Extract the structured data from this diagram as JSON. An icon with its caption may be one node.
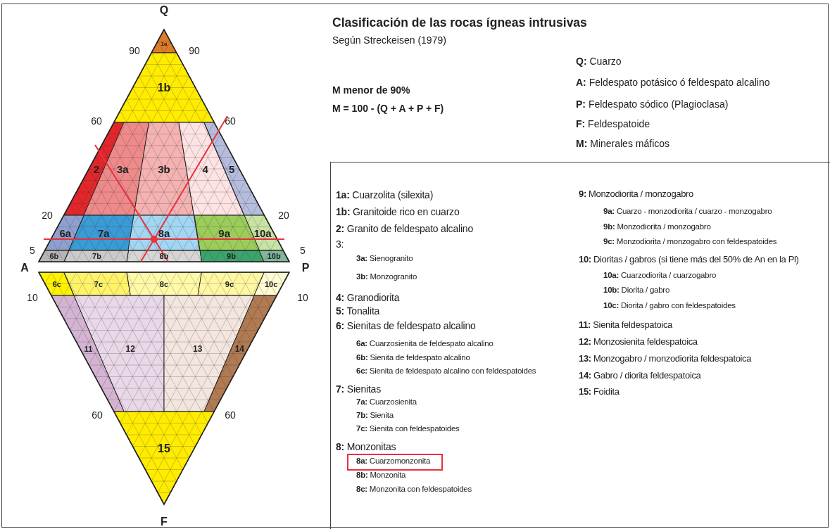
{
  "diagram": {
    "title": "Clasificación de las rocas ígneas intrusivas",
    "nodes": [
      {
        "text": [
          "1a"
        ]
      },
      {
        "text": [
          "1b"
        ]
      },
      {
        "text": [
          "2"
        ]
      },
      {
        "text": [
          "3a"
        ]
      },
      {
        "text": [
          "3b"
        ]
      },
      {
        "text": [
          "4"
        ]
      },
      {
        "text": [
          "5"
        ]
      },
      {
        "text": [
          "6a"
        ]
      },
      {
        "text": [
          "7a"
        ]
      },
      {
        "text": [
          "8a"
        ]
      },
      {
        "text": [
          "9a"
        ]
      },
      {
        "text": [
          "10a"
        ]
      },
      {
        "text": [
          "6b"
        ]
      },
      {
        "text": [
          "7b"
        ]
      },
      {
        "text": [
          "8b"
        ]
      },
      {
        "text": [
          "9b"
        ]
      },
      {
        "text": [
          "10b"
        ]
      },
      {
        "text": [
          "6c"
        ]
      },
      {
        "text": [
          "7c"
        ]
      },
      {
        "text": [
          "8c"
        ]
      },
      {
        "text": [
          "9c"
        ]
      },
      {
        "text": [
          "10c"
        ]
      },
      {
        "text": [
          "11"
        ]
      },
      {
        "text": [
          "12"
        ]
      },
      {
        "text": [
          "13"
        ]
      },
      {
        "text": [
          "14"
        ]
      },
      {
        "text": [
          "15"
        ]
      }
    ],
    "edges": [],
    "labels": [
      "Q",
      "90",
      "90",
      "60",
      "60",
      "20",
      "20",
      "5",
      "A",
      "5",
      "P",
      "10",
      "10",
      "60",
      "60",
      "F",
      "Según Streckeisen (1979)",
      "**Q:** Cuarzo",
      "**A:** Feldespato potásico ó feldespato alcalino",
      "**P:** Feldespato sódico (Plagioclasa)",
      "**F:** Feldespatoide",
      "**M:** Minerales máficos",
      "M menor de 90%",
      "M = 100 - (Q + A + P + F)",
      "**1a:** Cuarzolita (silexita)",
      "**1b:** Granitoide rico en cuarzo",
      "**2:** Granito de feldespato alcalino",
      "3:",
      "**3a:** Sienogranito",
      "**3b:** Monzogranito",
      "**4:** Granodiorita",
      "**5:** Tonalita",
      "**6:** Sienitas de feldespato alcalino",
      "**6a:** Cuarzosienita de feldespato alcalino",
      "**6b:** Sienita de feldespato alcalino",
      "**6c:** Sienita de feldespato alcalino con feldespatoides",
      "**7:** Sienitas",
      "**7a:** Cuarzosienita",
      "**7b:** Sienita",
      "**7c:** Sienita con feldespatoides",
      "**8:** Monzonitas",
      "**8a:** Cuarzomonzonita",
      "**8b:** Monzonita",
      "**8c:** Monzonita con feldespatoides",
      "**9:** Monzodiorita / monzogabro",
      "**9a:** Cuarzo - monzodiorita / cuarzo - monzogabro",
      "**9b:** Monzodiorita / monzogabro",
      "**9c:** Monzodiorita / monzogabro con feldespatoides",
      "**10:** Dioritas / gabros (si tiene más del 50% de An en la Pl)",
      "**10a:** Cuarzodiorita / cuarzogabro",
      "**10b:** Diorita / gabro",
      "**10c:** Diorita / gabro con feldespatoides",
      "**11:** Sienita feldespatoica",
      "**12:** Monzosienita feldespatoica",
      "**13:** Monzogabro / monzodiorita feldespatoica",
      "**14:** Gabro / diorita feldespatoica",
      "**15:** Foidita"
    ]
  }
}
